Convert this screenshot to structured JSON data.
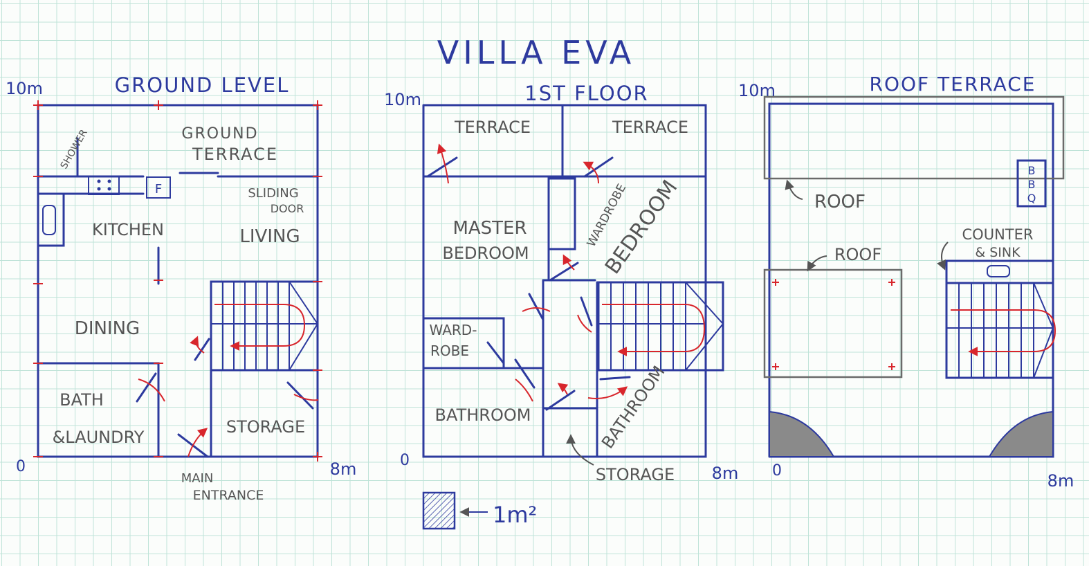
{
  "title": "VILLA EVA",
  "levels": {
    "ground": {
      "heading": "GROUND LEVEL",
      "dim_top": "10m",
      "dim_origin": "0",
      "dim_right": "8m",
      "rooms": {
        "shower": "SHOWER",
        "ground_terrace_1": "GROUND",
        "ground_terrace_2": "TERRACE",
        "fridge": "F",
        "sliding_1": "SLIDING",
        "sliding_2": "DOOR",
        "kitchen": "KITCHEN",
        "living": "LIVING",
        "dining": "DINING",
        "bath_1": "BATH",
        "bath_2": "&LAUNDRY",
        "storage": "STORAGE",
        "entrance_1": "MAIN",
        "entrance_2": "ENTRANCE"
      }
    },
    "first": {
      "heading": "1ST FLOOR",
      "dim_top": "10m",
      "dim_origin": "0",
      "dim_right": "8m",
      "rooms": {
        "terrace_left": "TERRACE",
        "terrace_right": "TERRACE",
        "master_1": "MASTER",
        "master_2": "BEDROOM",
        "wardrobe_diag": "WARDROBE",
        "bedroom_diag": "BEDROOM",
        "wardrobe_1": "WARD-",
        "wardrobe_2": "ROBE",
        "bathroom_left": "BATHROOM",
        "bathroom_right": "BATHROOM",
        "storage": "STORAGE"
      }
    },
    "roof": {
      "heading": "ROOF TERRACE",
      "dim_top": "10m",
      "dim_origin": "0",
      "dim_right": "8m",
      "rooms": {
        "bbq_1": "B",
        "bbq_2": "B",
        "bbq_3": "Q",
        "roof_top": "ROOF",
        "roof_mid": "ROOF",
        "counter_1": "COUNTER",
        "counter_2": "& SINK"
      }
    }
  },
  "legend": {
    "label": "1m²"
  },
  "colors": {
    "ink_blue": "#2d3a9e",
    "ink_red": "#d8262c",
    "pencil": "#6a6a6a",
    "grid": "#bfe3d8"
  }
}
